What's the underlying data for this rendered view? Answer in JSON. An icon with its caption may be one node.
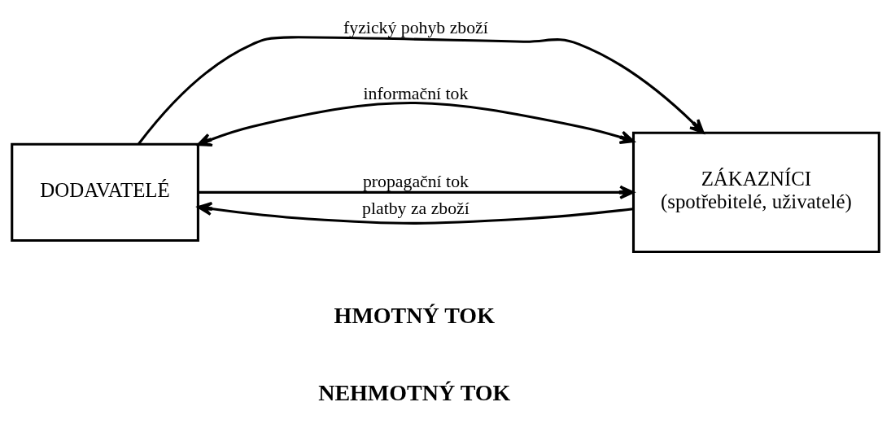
{
  "diagram": {
    "nodes": [
      {
        "text": [
          "DODAVATELÉ"
        ]
      },
      {
        "text": [
          "ZÁKAZNÍCI",
          "(spotřebitelé, uživatelé)"
        ]
      }
    ],
    "edges": [
      {
        "from": 0,
        "to": 1,
        "arrow": "to",
        "label": "fyzický pohyb zboží"
      },
      {
        "from": 0,
        "to": 1,
        "arrow": "both",
        "label": "informační tok"
      },
      {
        "from": 0,
        "to": 1,
        "arrow": "to",
        "label": "propagační tok"
      },
      {
        "from": 1,
        "to": 0,
        "arrow": "to",
        "label": "platby za zboží"
      }
    ],
    "labels": [
      "HMOTNÝ TOK",
      "NEHMOTNÝ TOK"
    ]
  }
}
